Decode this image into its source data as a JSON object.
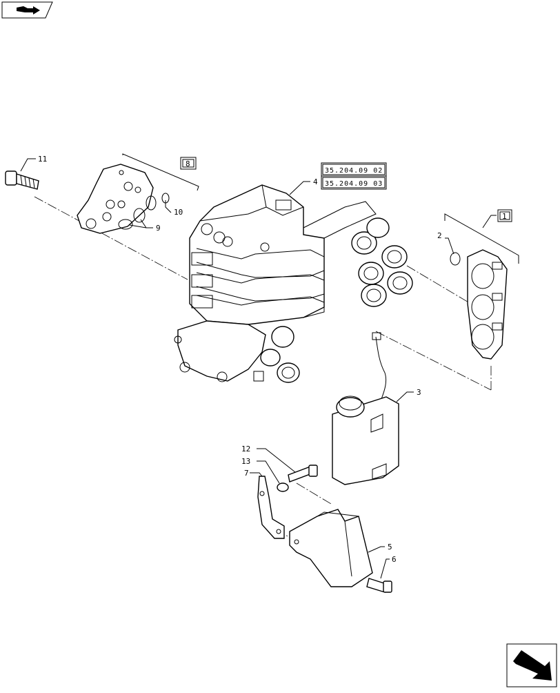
{
  "callouts": {
    "c1": "1",
    "c2": "2",
    "c3": "3",
    "c4": "4",
    "c5": "5",
    "c6": "6",
    "c7": "7",
    "c8": "8",
    "c9": "9",
    "c10": "10",
    "c11": "11",
    "c12": "12",
    "c13": "13"
  },
  "reference_codes": [
    "35.204.09 02",
    "35.204.09 03"
  ],
  "icons": {
    "top_left": "book-arrow-icon",
    "bottom_right": "next-page-arrow-icon"
  }
}
